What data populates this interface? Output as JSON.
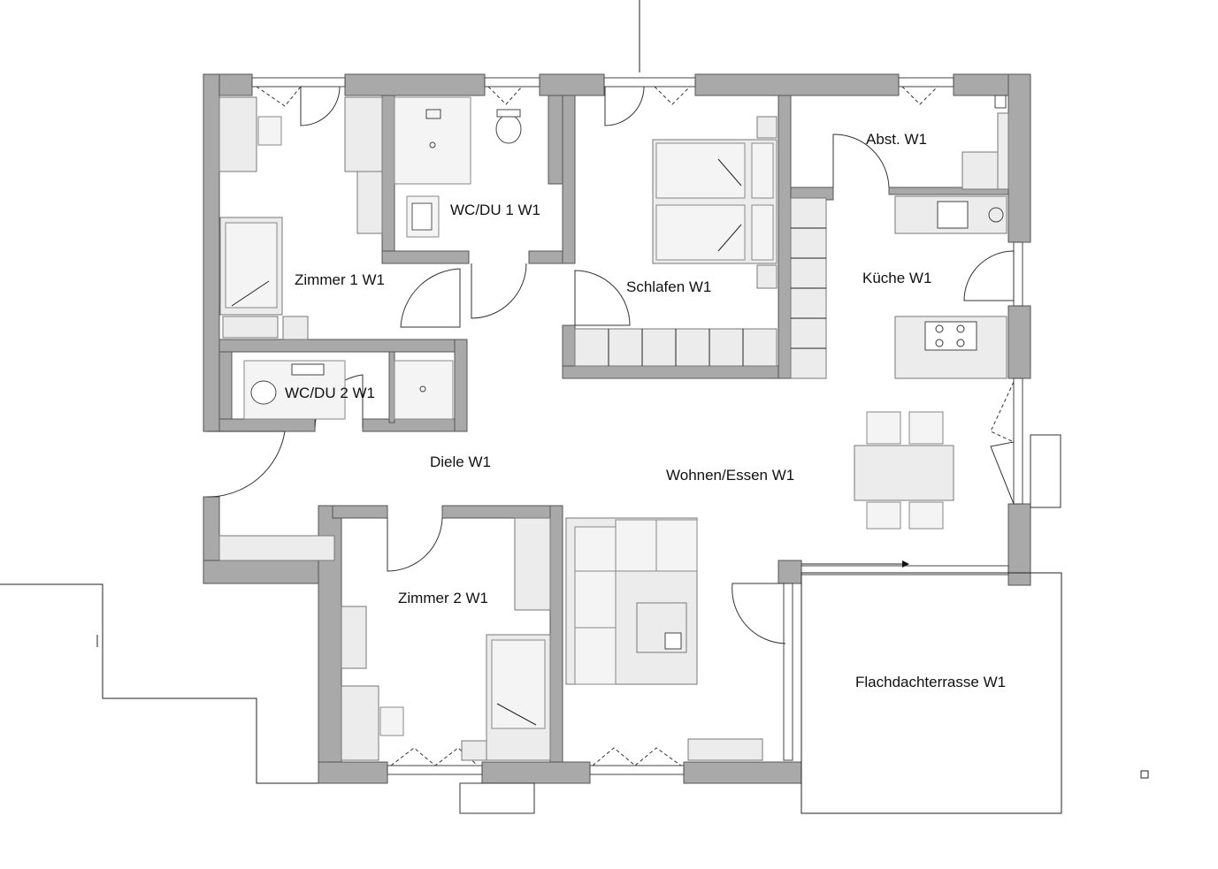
{
  "rooms": {
    "zimmer1": "Zimmer 1 W1",
    "wcdu1": "WC/DU 1 W1",
    "schlafen": "Schlafen W1",
    "abst": "Abst. W1",
    "kueche": "Küche W1",
    "wcdu2": "WC/DU 2 W1",
    "diele": "Diele W1",
    "wohnen": "Wohnen/Essen W1",
    "zimmer2": "Zimmer 2 W1",
    "terrasse": "Flachdachterrasse W1"
  }
}
